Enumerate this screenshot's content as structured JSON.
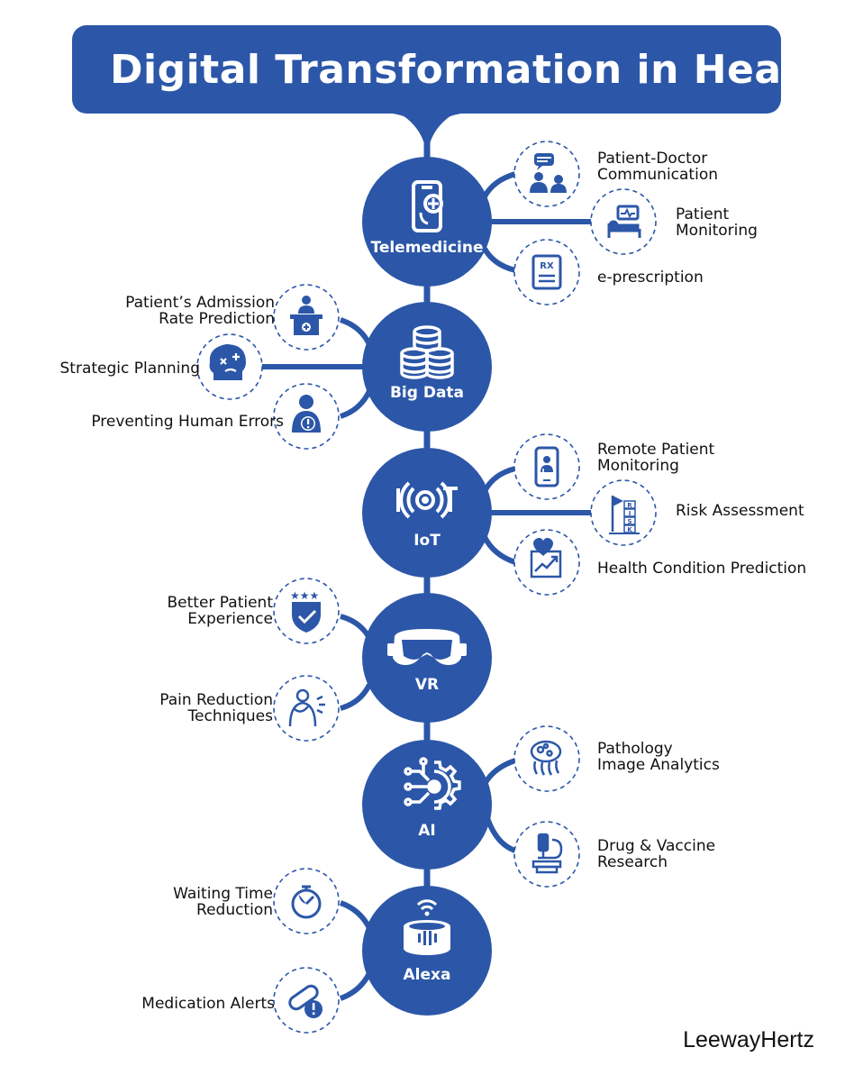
{
  "title": "Digital Transformation in Healthcare",
  "brand": "LeewayHertz",
  "colors": {
    "primary": "#2c57a8",
    "background": "#ffffff",
    "text": "#111111"
  },
  "hubs": [
    {
      "name": "Telemedicine",
      "icon": "smartphone-plus-icon"
    },
    {
      "name": "Big Data",
      "icon": "database-icon"
    },
    {
      "name": "IoT",
      "icon": "iot-signal-icon"
    },
    {
      "name": "VR",
      "icon": "vr-headset-icon"
    },
    {
      "name": "AI",
      "icon": "ai-gear-circuit-icon"
    },
    {
      "name": "Alexa",
      "icon": "smart-speaker-icon"
    }
  ],
  "items": {
    "patient_doctor": {
      "line1": "Patient-Doctor",
      "line2": "Communication",
      "icon": "doctor-patient-chat-icon"
    },
    "patient_monitoring": {
      "line1": "Patient",
      "line2": "Monitoring",
      "icon": "hospital-bed-monitor-icon"
    },
    "eprescription": {
      "line1": "e-prescription",
      "icon": "rx-document-icon",
      "rx": "RX"
    },
    "admission": {
      "line1": "Patient’s Admission",
      "line2": "Rate Prediction",
      "icon": "reception-desk-icon"
    },
    "strategic": {
      "line1": "Strategic Planning",
      "icon": "head-strategy-icon"
    },
    "human_errors": {
      "line1": "Preventing Human Errors",
      "icon": "person-warning-icon"
    },
    "remote_monitoring": {
      "line1": "Remote Patient",
      "line2": "Monitoring",
      "icon": "phone-stethoscope-icon"
    },
    "risk": {
      "line1": "Risk Assessment",
      "icon": "risk-blocks-icon",
      "letters": [
        "R",
        "I",
        "S",
        "K"
      ]
    },
    "health_prediction": {
      "line1": "Health Condition Prediction",
      "icon": "heart-trend-chart-icon"
    },
    "better_experience": {
      "line1": "Better Patient",
      "line2": "Experience",
      "icon": "star-badge-icon"
    },
    "pain_reduction": {
      "line1": "Pain Reduction",
      "line2": "Techniques",
      "icon": "person-pain-icon"
    },
    "pathology": {
      "line1": "Pathology",
      "line2": "Image Analytics",
      "icon": "microbe-icon"
    },
    "drug_research": {
      "line1": "Drug & Vaccine",
      "line2": "Research",
      "icon": "microscope-icon"
    },
    "waiting": {
      "line1": "Waiting Time",
      "line2": "Reduction",
      "icon": "stopwatch-icon"
    },
    "medication": {
      "line1": "Medication Alerts",
      "icon": "pill-alert-icon"
    }
  }
}
